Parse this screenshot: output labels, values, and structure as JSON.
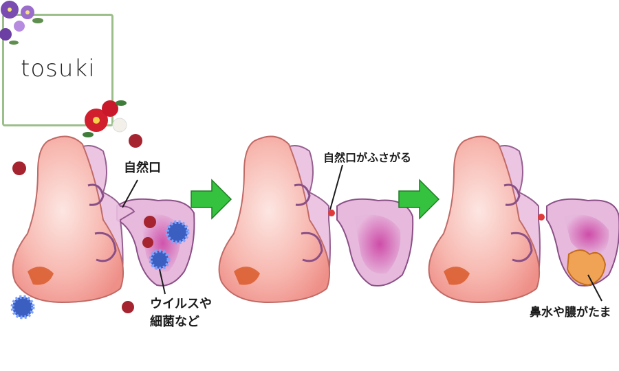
{
  "logo": {
    "text": "tosuki"
  },
  "labels": {
    "ostium": "自然口",
    "virus_line1": "ウイルスや",
    "virus_line2": "細菌など",
    "blocked": "自然口がふさがる",
    "pus": "鼻水や膿がたま"
  },
  "colors": {
    "nose_skin": "#f4a9a3",
    "sinus_lining": "#e6b7dc",
    "inflammation": "#d04fb5",
    "pus": "#f0a355",
    "arrow": "#35c23f",
    "frame": "#9bbf8a",
    "bacteria": "#a5242f",
    "virus": "#3b5fc0"
  },
  "icons": [
    "flower-cluster-icon",
    "red-camellia-icon",
    "green-arrow-icon",
    "bacteria-icon",
    "virus-icon"
  ]
}
